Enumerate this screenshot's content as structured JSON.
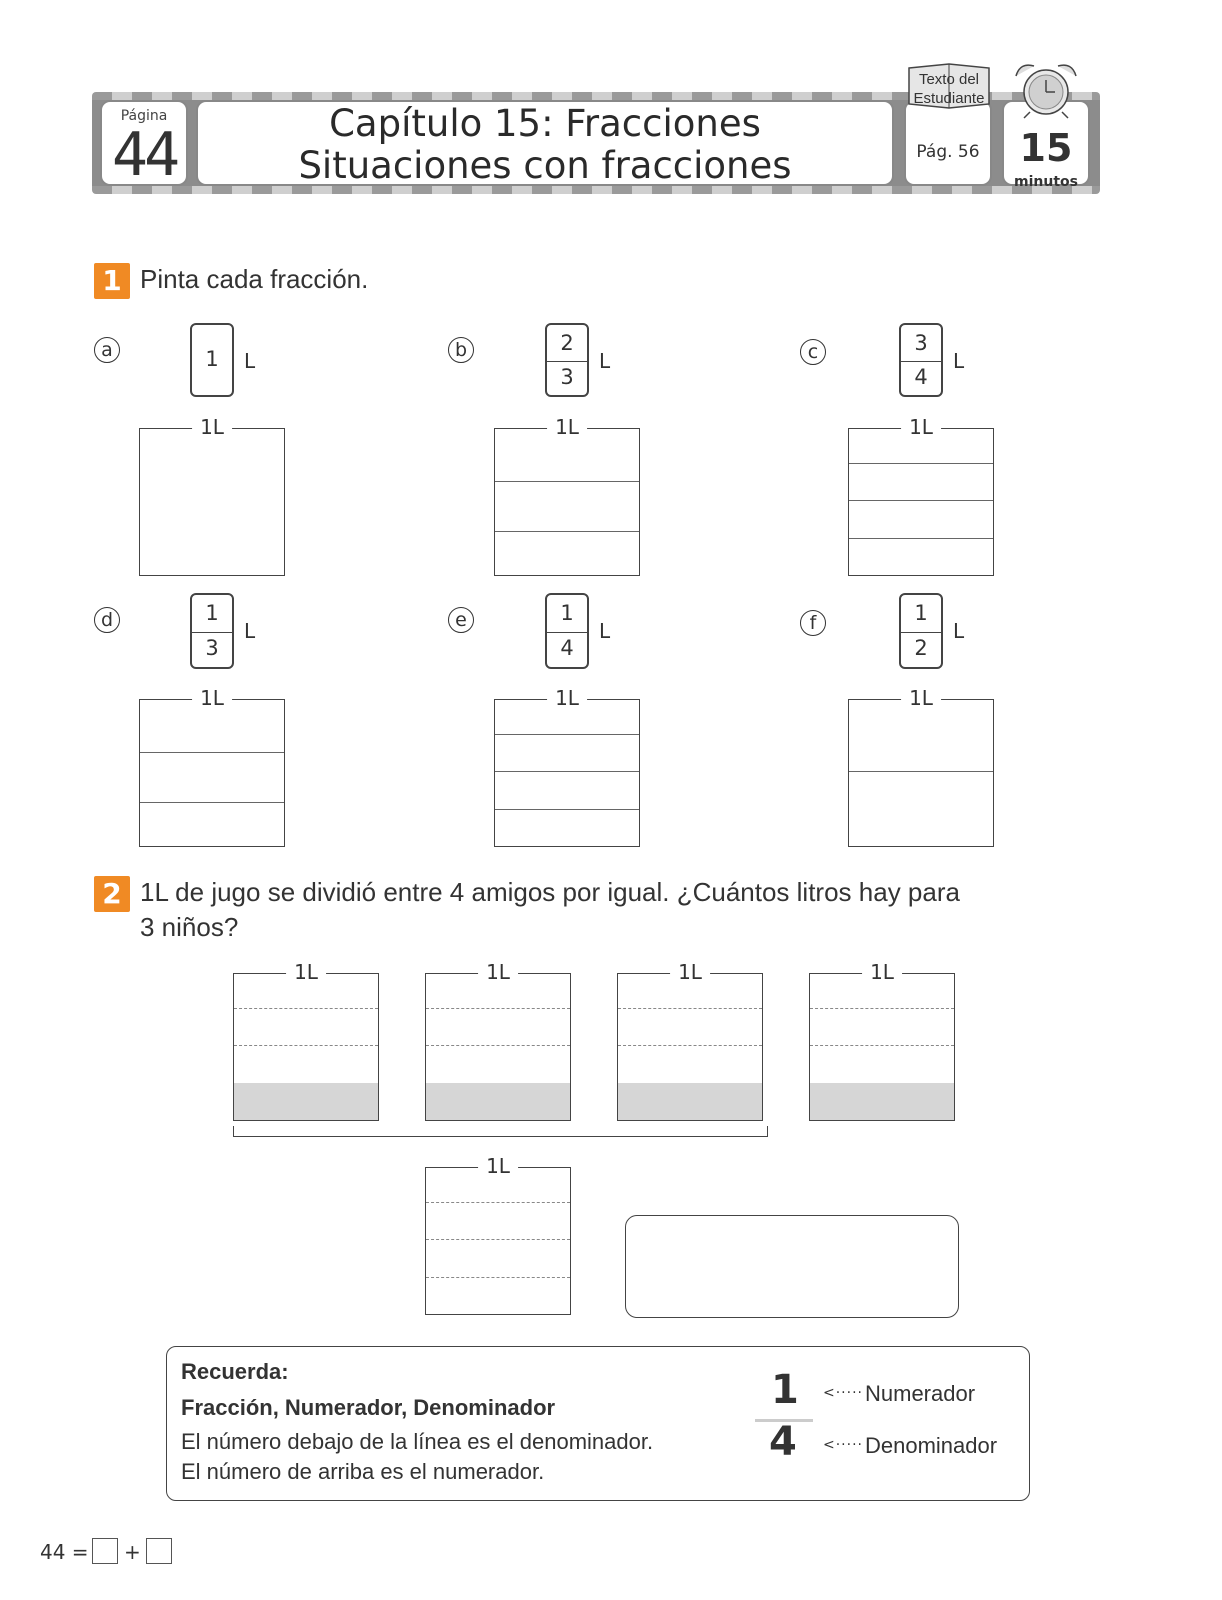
{
  "header": {
    "pagina_label": "Página",
    "pagina_num": "44",
    "title_line1": "Capítulo 15: Fracciones",
    "title_line2": "Situaciones con fracciones",
    "book_line1": "Texto del",
    "book_line2": "Estudiante",
    "pag_ref": "Pág. 56",
    "minutes_num": "15",
    "minutes_label": "minutos"
  },
  "q1": {
    "number": "1",
    "text": "Pinta cada fracción.",
    "items": [
      {
        "letter": "a",
        "numerator": "1",
        "denominator": "",
        "unit": "L",
        "jar_label": "1L"
      },
      {
        "letter": "b",
        "numerator": "2",
        "denominator": "3",
        "unit": "L",
        "jar_label": "1L"
      },
      {
        "letter": "c",
        "numerator": "3",
        "denominator": "4",
        "unit": "L",
        "jar_label": "1L"
      },
      {
        "letter": "d",
        "numerator": "1",
        "denominator": "3",
        "unit": "L",
        "jar_label": "1L"
      },
      {
        "letter": "e",
        "numerator": "1",
        "denominator": "4",
        "unit": "L",
        "jar_label": "1L"
      },
      {
        "letter": "f",
        "numerator": "1",
        "denominator": "2",
        "unit": "L",
        "jar_label": "1L"
      }
    ]
  },
  "q2": {
    "number": "2",
    "text_line1": "1L de jugo se dividió entre 4 amigos por igual. ¿Cuántos litros hay para",
    "text_line2": "3 niños?",
    "jar_label": "1L",
    "filled_fraction": 0.25
  },
  "recuerda": {
    "title": "Recuerda:",
    "subtitle": "Fracción, Numerador, Denominador",
    "line1": "El número debajo de la línea es el denominador.",
    "line2": "El número de arriba es el numerador.",
    "example_numerator": "1",
    "example_denominator": "4",
    "arrow": "<·····",
    "label_numerator": "Numerador",
    "label_denominator": "Denominador"
  },
  "footer": {
    "text": "44 =",
    "plus": "+"
  }
}
